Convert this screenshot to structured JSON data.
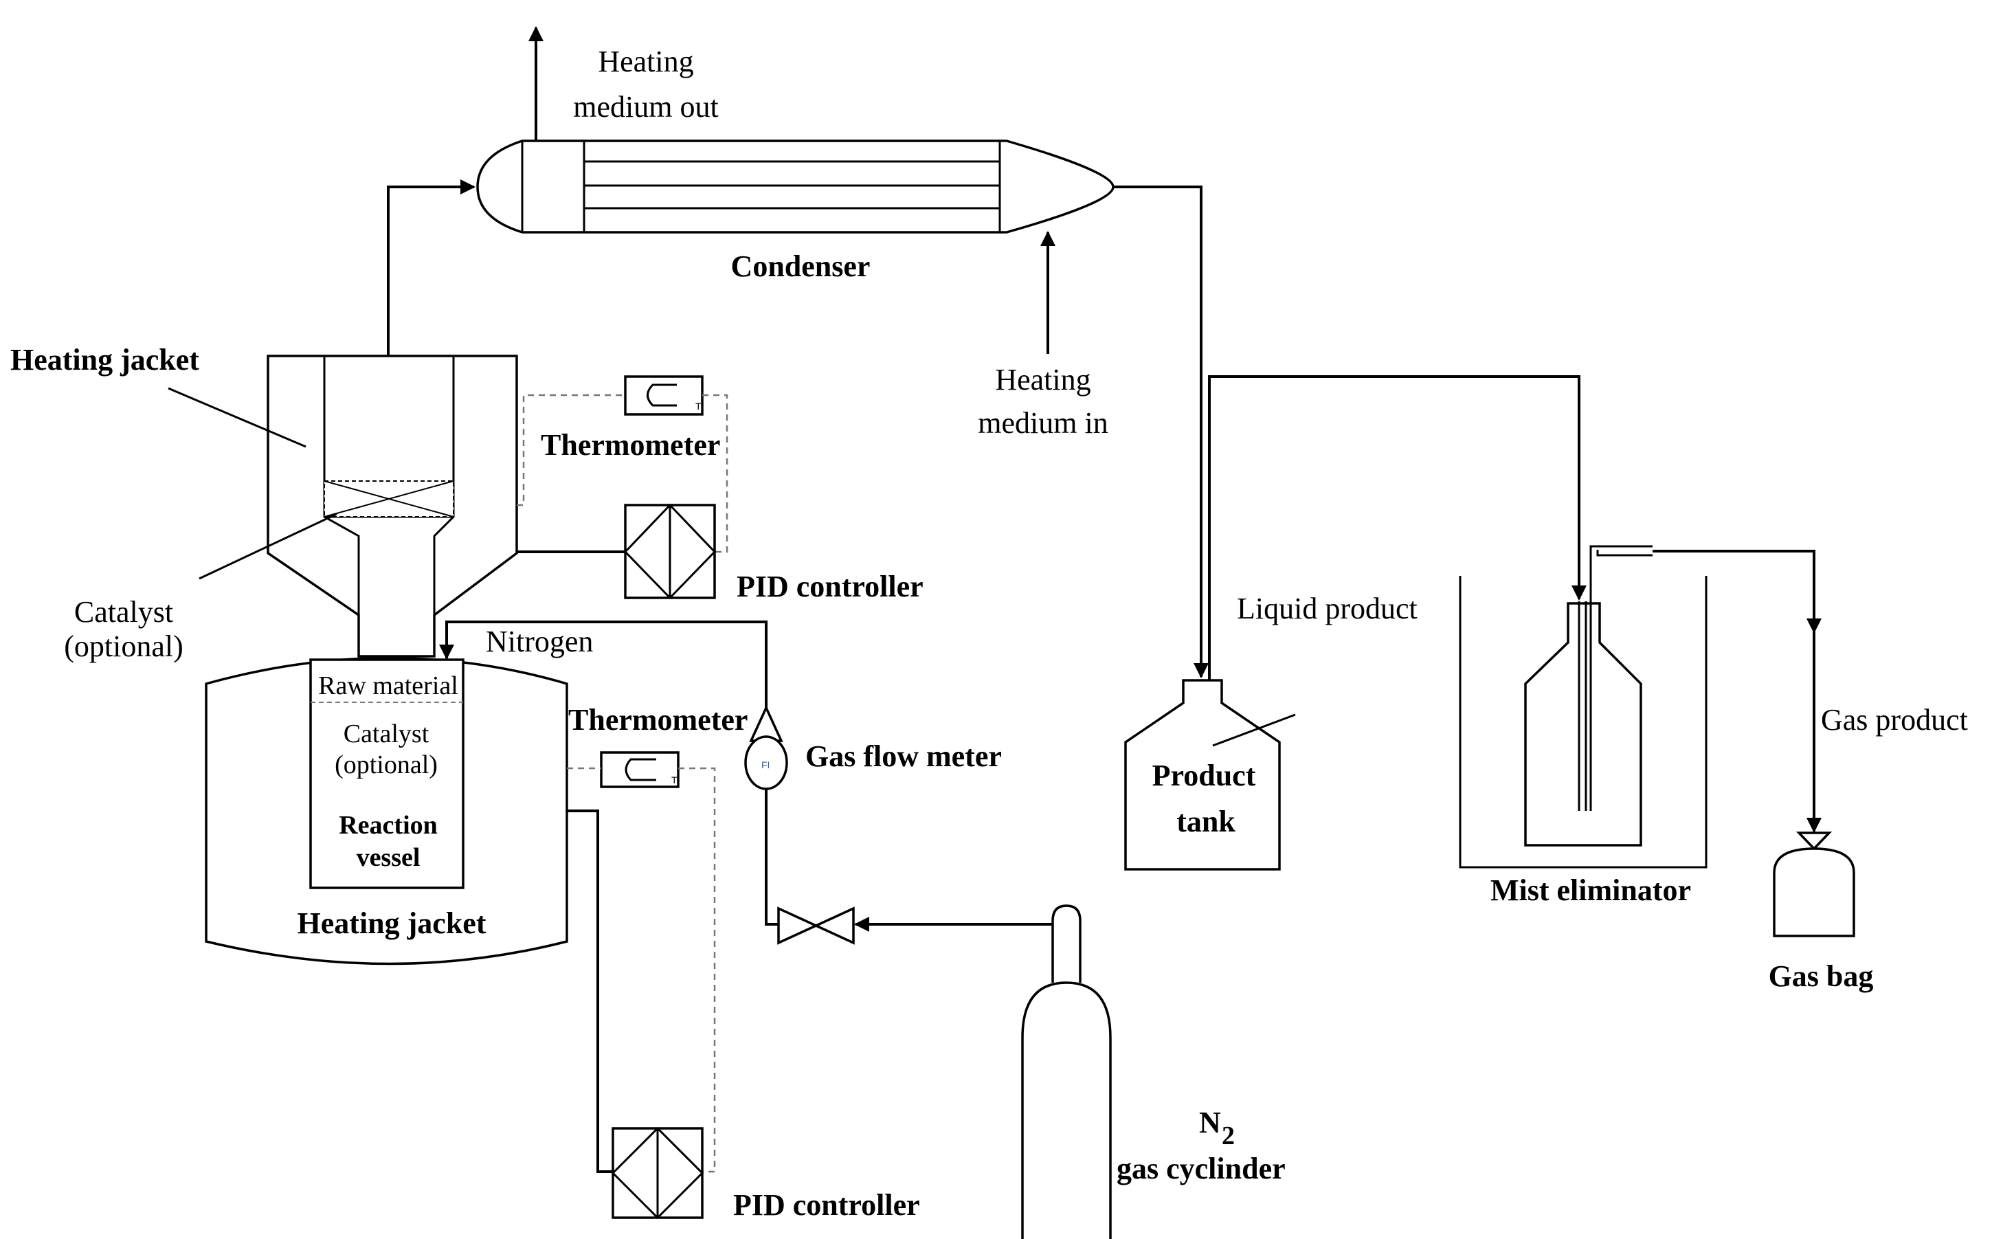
{
  "labels": {
    "heating_medium_out": [
      "Heating",
      "medium out"
    ],
    "condenser": "Condenser",
    "heating_medium_in": [
      "Heating",
      "medium in"
    ],
    "heating_jacket_top": "Heating jacket",
    "thermometer_top": "Thermometer",
    "pid_controller_top": "PID controller",
    "catalyst_optional_left": [
      "Catalyst",
      "(optional)"
    ],
    "nitrogen": "Nitrogen",
    "raw_material": "Raw material",
    "catalyst_optional_vessel": [
      "Catalyst",
      "(optional)"
    ],
    "reaction_vessel": [
      "Reaction",
      "vessel"
    ],
    "thermometer_bottom": "Thermometer",
    "gas_flow_meter": "Gas flow meter",
    "heating_jacket_bottom": "Heating jacket",
    "pid_controller_bottom": "PID controller",
    "n2": "N",
    "n2_subscript": "2",
    "gas_cylinder": "gas cyclinder",
    "liquid_product": "Liquid product",
    "product_tank": [
      "Product",
      "tank"
    ],
    "mist_eliminator": "Mist eliminator",
    "gas_product": "Gas product",
    "gas_bag": "Gas bag",
    "thermometer_glyph": "T",
    "flow_meter_glyph": "FI"
  },
  "icons": {
    "valve": "bowtie-valve-icon",
    "thermometer": "thermometer-icon",
    "controller": "pid-controller-icon"
  }
}
